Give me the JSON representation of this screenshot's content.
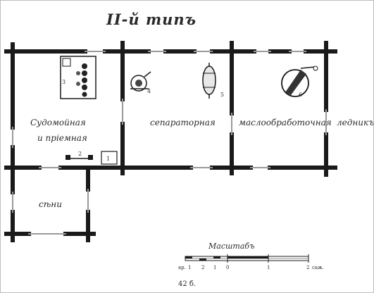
{
  "title": "II-й типъ",
  "rooms": {
    "washing": [
      "Судомойная",
      "и пріемная"
    ],
    "separator": "сепараторная",
    "butter": "маслообработочная",
    "icehouse": "ледникъ",
    "porch": "сѣни"
  },
  "fixtures": [
    "1",
    "2",
    "3",
    "4",
    "5",
    "6"
  ],
  "scale": {
    "title": "Масштабъ",
    "ticks": [
      "1",
      "2",
      "1",
      "0",
      "1",
      "2"
    ],
    "start_label": "ар.",
    "unit": "саж."
  },
  "page_number": "42 б."
}
